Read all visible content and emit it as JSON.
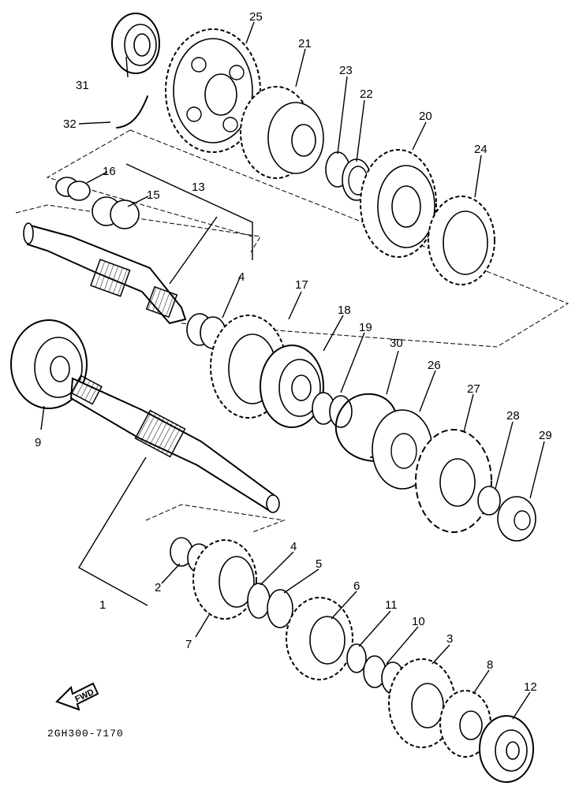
{
  "diagram": {
    "code": "2GH300-7170",
    "fwd_label": "FWD",
    "labels": {
      "p1": "1",
      "p2": "2",
      "p3": "3",
      "p4a": "4",
      "p4b": "4",
      "p5": "5",
      "p6": "6",
      "p7": "7",
      "p8": "8",
      "p9": "9",
      "p10": "10",
      "p11": "11",
      "p12": "12",
      "p13": "13",
      "p15": "15",
      "p16": "16",
      "p17": "17",
      "p18": "18",
      "p19": "19",
      "p20": "20",
      "p21": "21",
      "p22": "22",
      "p23": "23",
      "p24": "24",
      "p25": "25",
      "p26": "26",
      "p27": "27",
      "p28": "28",
      "p29": "29",
      "p30": "30",
      "p31": "31",
      "p32": "32"
    }
  }
}
